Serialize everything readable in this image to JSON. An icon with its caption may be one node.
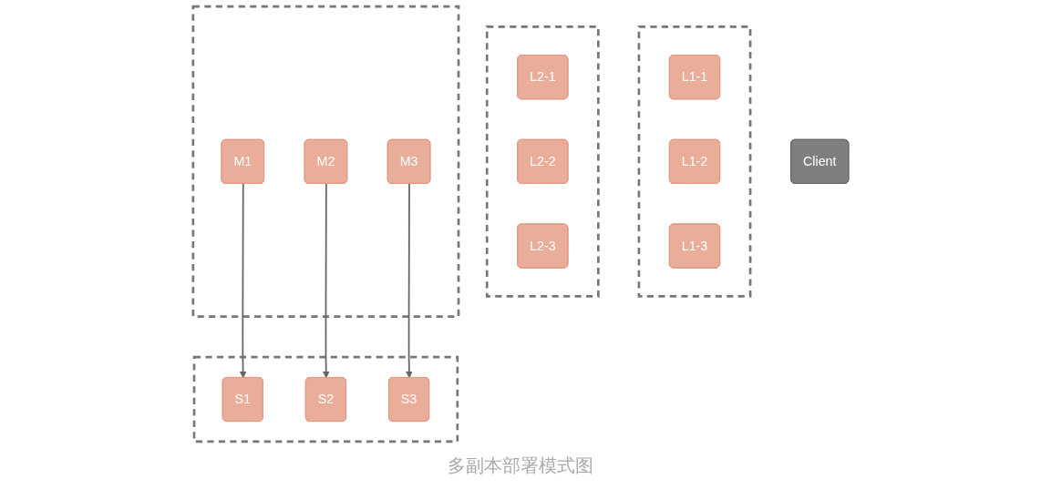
{
  "diagram": {
    "caption": "多副本部署模式图",
    "nodes": [
      {
        "text": [
          "Client"
        ]
      },
      {
        "text": [],
        "shape": "box"
      },
      {
        "text": [
          "L1-1"
        ],
        "in": 1
      },
      {
        "text": [
          "L1-2"
        ],
        "in": 1
      },
      {
        "text": [
          "L1-3"
        ],
        "in": 1
      },
      {
        "text": [],
        "shape": "box"
      },
      {
        "text": [
          "L2-1"
        ],
        "in": 5
      },
      {
        "text": [
          "L2-2"
        ],
        "in": 5
      },
      {
        "text": [
          "L2-3"
        ],
        "in": 5
      },
      {
        "text": [],
        "shape": "box"
      },
      {
        "text": [
          "M1"
        ],
        "in": 9
      },
      {
        "text": [
          "M2"
        ],
        "in": 9
      },
      {
        "text": [
          "M3"
        ],
        "in": 9
      },
      {
        "text": [],
        "shape": "box"
      },
      {
        "text": [
          "S1"
        ],
        "in": 13
      },
      {
        "text": [
          "S2"
        ],
        "in": 13
      },
      {
        "text": [
          "S3"
        ],
        "in": 13
      }
    ],
    "edges": [
      {
        "from": 10,
        "to": 14,
        "arrow": "to"
      },
      {
        "from": 11,
        "to": 15,
        "arrow": "to"
      },
      {
        "from": 12,
        "to": 16,
        "arrow": "to"
      }
    ]
  }
}
